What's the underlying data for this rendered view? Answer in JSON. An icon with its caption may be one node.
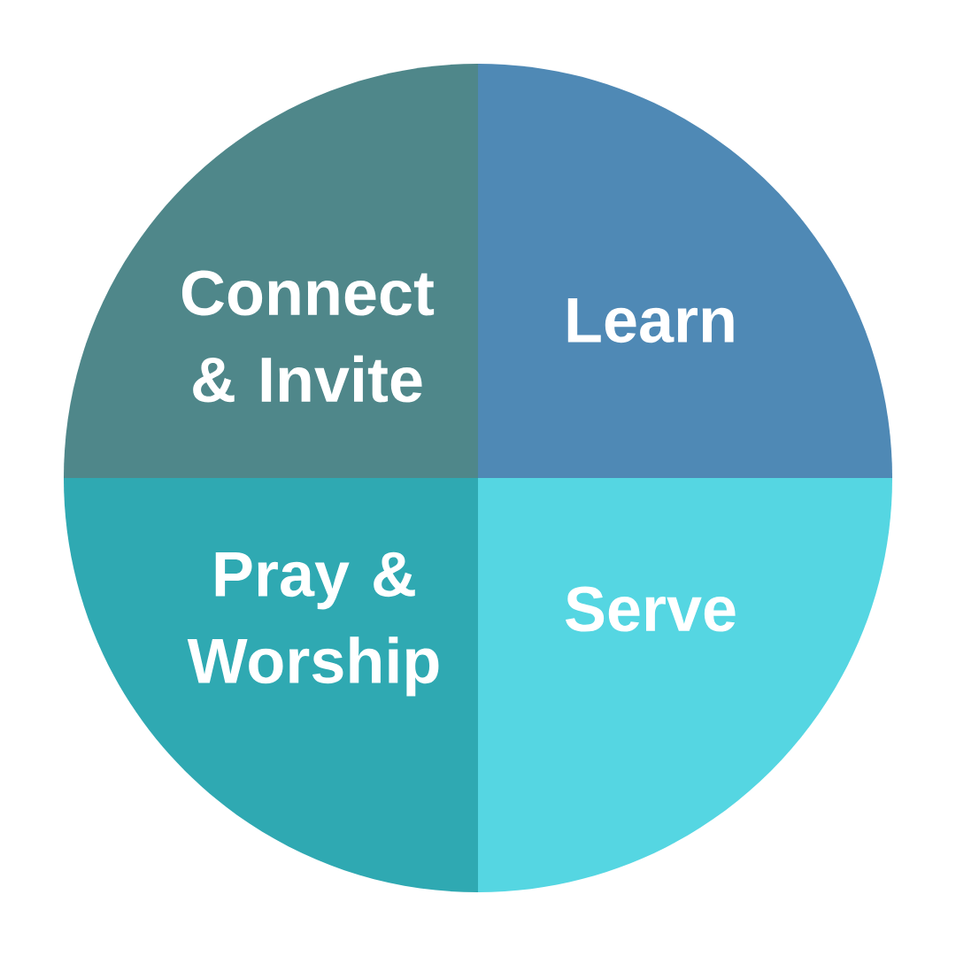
{
  "diagram": {
    "nodes": [
      {
        "text": [
          "Connect & Invite"
        ]
      },
      {
        "text": [
          "Learn"
        ]
      },
      {
        "text": [
          "Pray & Worship"
        ]
      },
      {
        "text": [
          "Serve"
        ]
      }
    ]
  }
}
